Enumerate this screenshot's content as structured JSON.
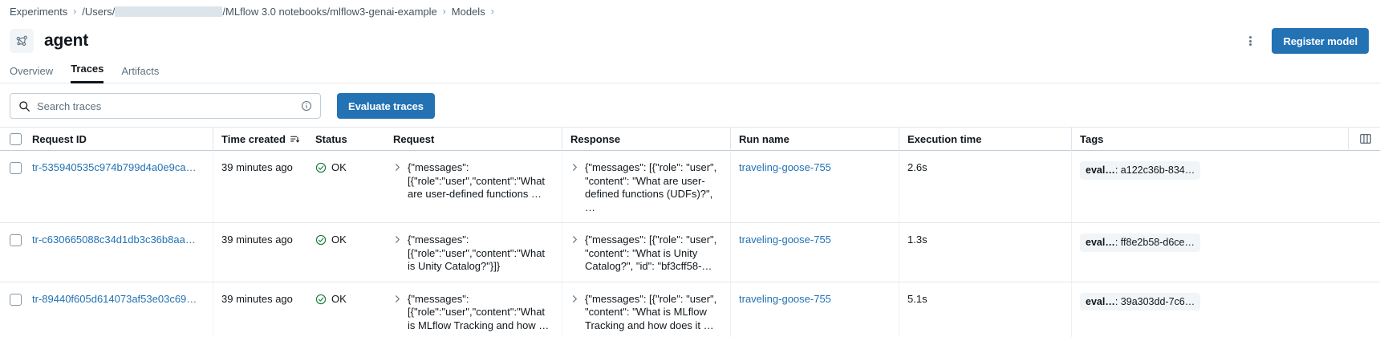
{
  "breadcrumb": {
    "items": [
      {
        "label": "Experiments",
        "type": "link"
      },
      {
        "label": "/Users/",
        "type": "link-redacted",
        "suffix": "/MLflow 3.0 notebooks/mlflow3-genai-example"
      },
      {
        "label": "Models",
        "type": "link"
      }
    ],
    "separator": "›",
    "root_label": "Experiments",
    "user_prefix": "/Users/",
    "path_suffix": "/MLflow 3.0 notebooks/mlflow3-genai-example",
    "models_label": "Models"
  },
  "header": {
    "title": "agent",
    "model_icon": "model-graph-icon",
    "kebab_icon": "more-vertical-icon",
    "register_button": "Register model",
    "accent_color": "#2272b4"
  },
  "tabs": [
    {
      "label": "Overview",
      "active": false
    },
    {
      "label": "Traces",
      "active": true
    },
    {
      "label": "Artifacts",
      "active": false
    }
  ],
  "toolbar": {
    "search_placeholder": "Search traces",
    "search_value": "",
    "search_icon": "search-icon",
    "info_icon": "info-circle-icon",
    "evaluate_button": "Evaluate traces"
  },
  "table": {
    "columns": [
      {
        "key": "request_id",
        "label": "Request ID"
      },
      {
        "key": "time_created",
        "label": "Time created",
        "sorted": true,
        "sort_icon": "sort-descending-icon"
      },
      {
        "key": "status",
        "label": "Status"
      },
      {
        "key": "request",
        "label": "Request"
      },
      {
        "key": "response",
        "label": "Response"
      },
      {
        "key": "run_name",
        "label": "Run name"
      },
      {
        "key": "execution_time",
        "label": "Execution time"
      },
      {
        "key": "tags",
        "label": "Tags"
      }
    ],
    "column_settings_icon": "columns-icon",
    "rows": [
      {
        "request_id": "tr-535940535c974b799d4a0e9ca…",
        "time_created": "39 minutes ago",
        "status": "OK",
        "status_icon": "check-circle-icon",
        "status_color": "#1c7a3f",
        "request": "{\"messages\": [{\"role\":\"user\",\"content\":\"What are user-defined functions …",
        "response": "{\"messages\": [{\"role\": \"user\", \"content\": \"What are user-defined functions (UDFs)?\", …",
        "run_name": "traveling-goose-755",
        "execution_time": "2.6s",
        "tag_key": "eval…",
        "tag_value": "a122c36b-834…"
      },
      {
        "request_id": "tr-c630665088c34d1db3c36b8aa…",
        "time_created": "39 minutes ago",
        "status": "OK",
        "status_icon": "check-circle-icon",
        "status_color": "#1c7a3f",
        "request": "{\"messages\": [{\"role\":\"user\",\"content\":\"What is Unity Catalog?\"}]}",
        "response": "{\"messages\": [{\"role\": \"user\", \"content\": \"What is Unity Catalog?\", \"id\": \"bf3cff58-…",
        "run_name": "traveling-goose-755",
        "execution_time": "1.3s",
        "tag_key": "eval…",
        "tag_value": "ff8e2b58-d6ce…"
      },
      {
        "request_id": "tr-89440f605d614073af53e03c69…",
        "time_created": "39 minutes ago",
        "status": "OK",
        "status_icon": "check-circle-icon",
        "status_color": "#1c7a3f",
        "request": "{\"messages\": [{\"role\":\"user\",\"content\":\"What is MLflow Tracking and how …",
        "response": "{\"messages\": [{\"role\": \"user\", \"content\": \"What is MLflow Tracking and how does it …",
        "run_name": "traveling-goose-755",
        "execution_time": "5.1s",
        "tag_key": "eval…",
        "tag_value": "39a303dd-7c6…"
      }
    ]
  }
}
